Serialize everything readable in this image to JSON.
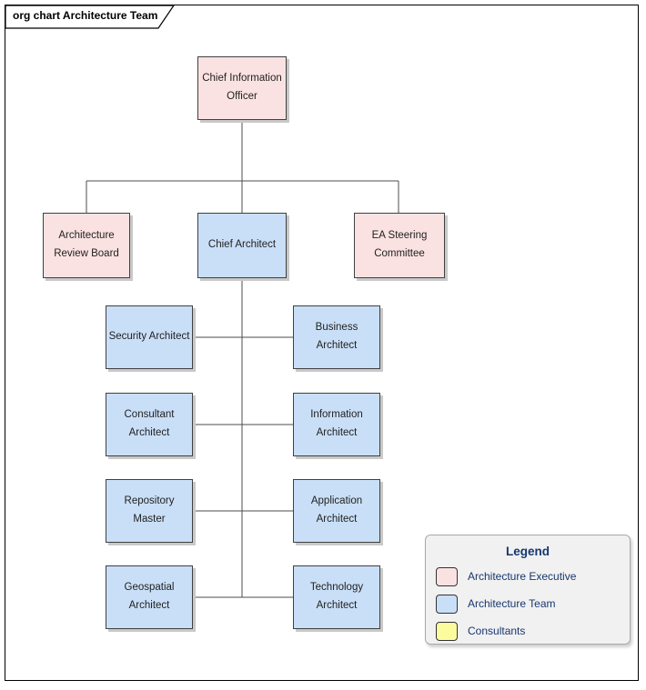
{
  "frame": {
    "title": "org chart Architecture Team"
  },
  "nodes": [
    {
      "label": "Chief Information Officer",
      "group": "Architecture Executive"
    },
    {
      "label": "Architecture Review Board",
      "group": "Architecture Executive"
    },
    {
      "label": "Chief Architect",
      "group": "Architecture Team"
    },
    {
      "label": "EA Steering Committee",
      "group": "Architecture Executive"
    },
    {
      "label": "Security Architect",
      "group": "Architecture Team"
    },
    {
      "label": "Business Architect",
      "group": "Architecture Team"
    },
    {
      "label": "Consultant Architect",
      "group": "Architecture Team"
    },
    {
      "label": "Information Architect",
      "group": "Architecture Team"
    },
    {
      "label": "Repository Master",
      "group": "Architecture Team"
    },
    {
      "label": "Application Architect",
      "group": "Architecture Team"
    },
    {
      "label": "Geospatial Architect",
      "group": "Architecture Team"
    },
    {
      "label": "Technology Architect",
      "group": "Architecture Team"
    }
  ],
  "legend": {
    "title": "Legend",
    "items": [
      {
        "label": "Architecture Executive"
      },
      {
        "label": "Architecture Team"
      },
      {
        "label": "Consultants"
      }
    ]
  },
  "colors": {
    "executive_fill": "#fbe2e2",
    "team_fill": "#c9dff7",
    "consultants_fill": "#fcfc9e",
    "connector": "#4d4d4d",
    "legend_text": "#17376e"
  }
}
